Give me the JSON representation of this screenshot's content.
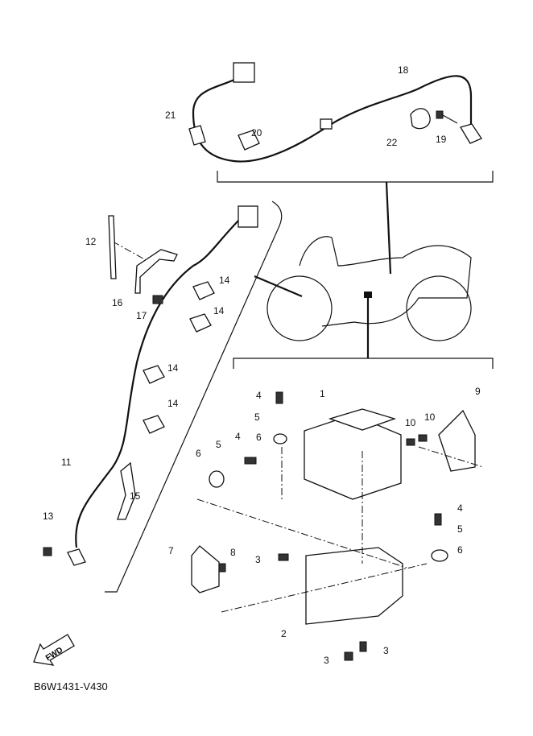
{
  "diagram": {
    "code": "B6W1431-V430",
    "fwd_label": "FWD",
    "callouts": [
      "18",
      "21",
      "20",
      "22",
      "19",
      "12",
      "16",
      "17",
      "14",
      "14",
      "14",
      "14",
      "11",
      "15",
      "13",
      "1",
      "9",
      "4",
      "5",
      "6",
      "10",
      "10",
      "5",
      "4",
      "6",
      "7",
      "8",
      "3",
      "4",
      "5",
      "6",
      "2",
      "3",
      "3"
    ]
  }
}
